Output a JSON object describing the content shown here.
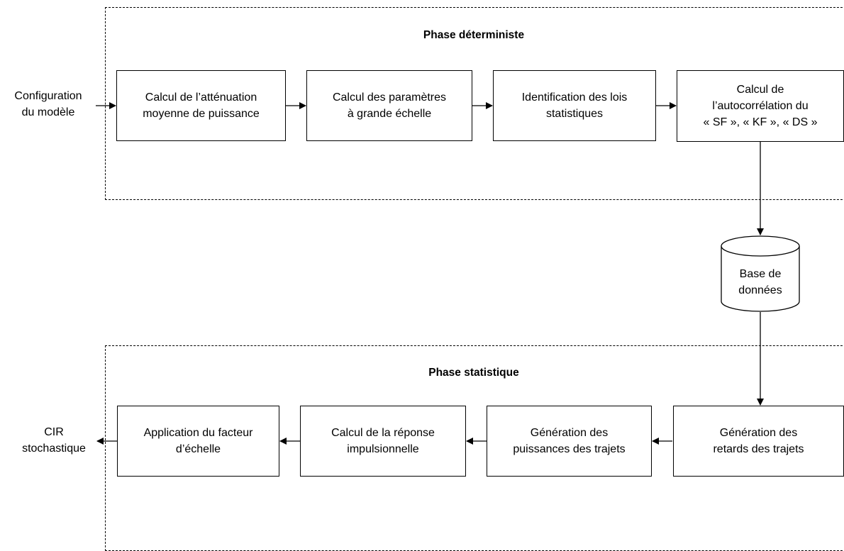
{
  "input_label": "Configuration\ndu modèle",
  "output_label": "CIR\nstochastique",
  "deterministic_phase": {
    "title": "Phase déterministe",
    "steps": [
      "Calcul de l’atténuation\nmoyenne de puissance",
      "Calcul des paramètres\nà grande échelle",
      "Identification des lois\nstatistiques",
      "Calcul de\nl’autocorrélation du\n« SF », « KF », « DS »"
    ]
  },
  "database": {
    "label": "Base de\ndonnées"
  },
  "statistical_phase": {
    "title": "Phase statistique",
    "steps": [
      "Génération des\nretards des trajets",
      "Génération des\npuissances des trajets",
      "Calcul de la réponse\nimpulsionnelle",
      "Application du facteur\nd’échelle"
    ]
  }
}
